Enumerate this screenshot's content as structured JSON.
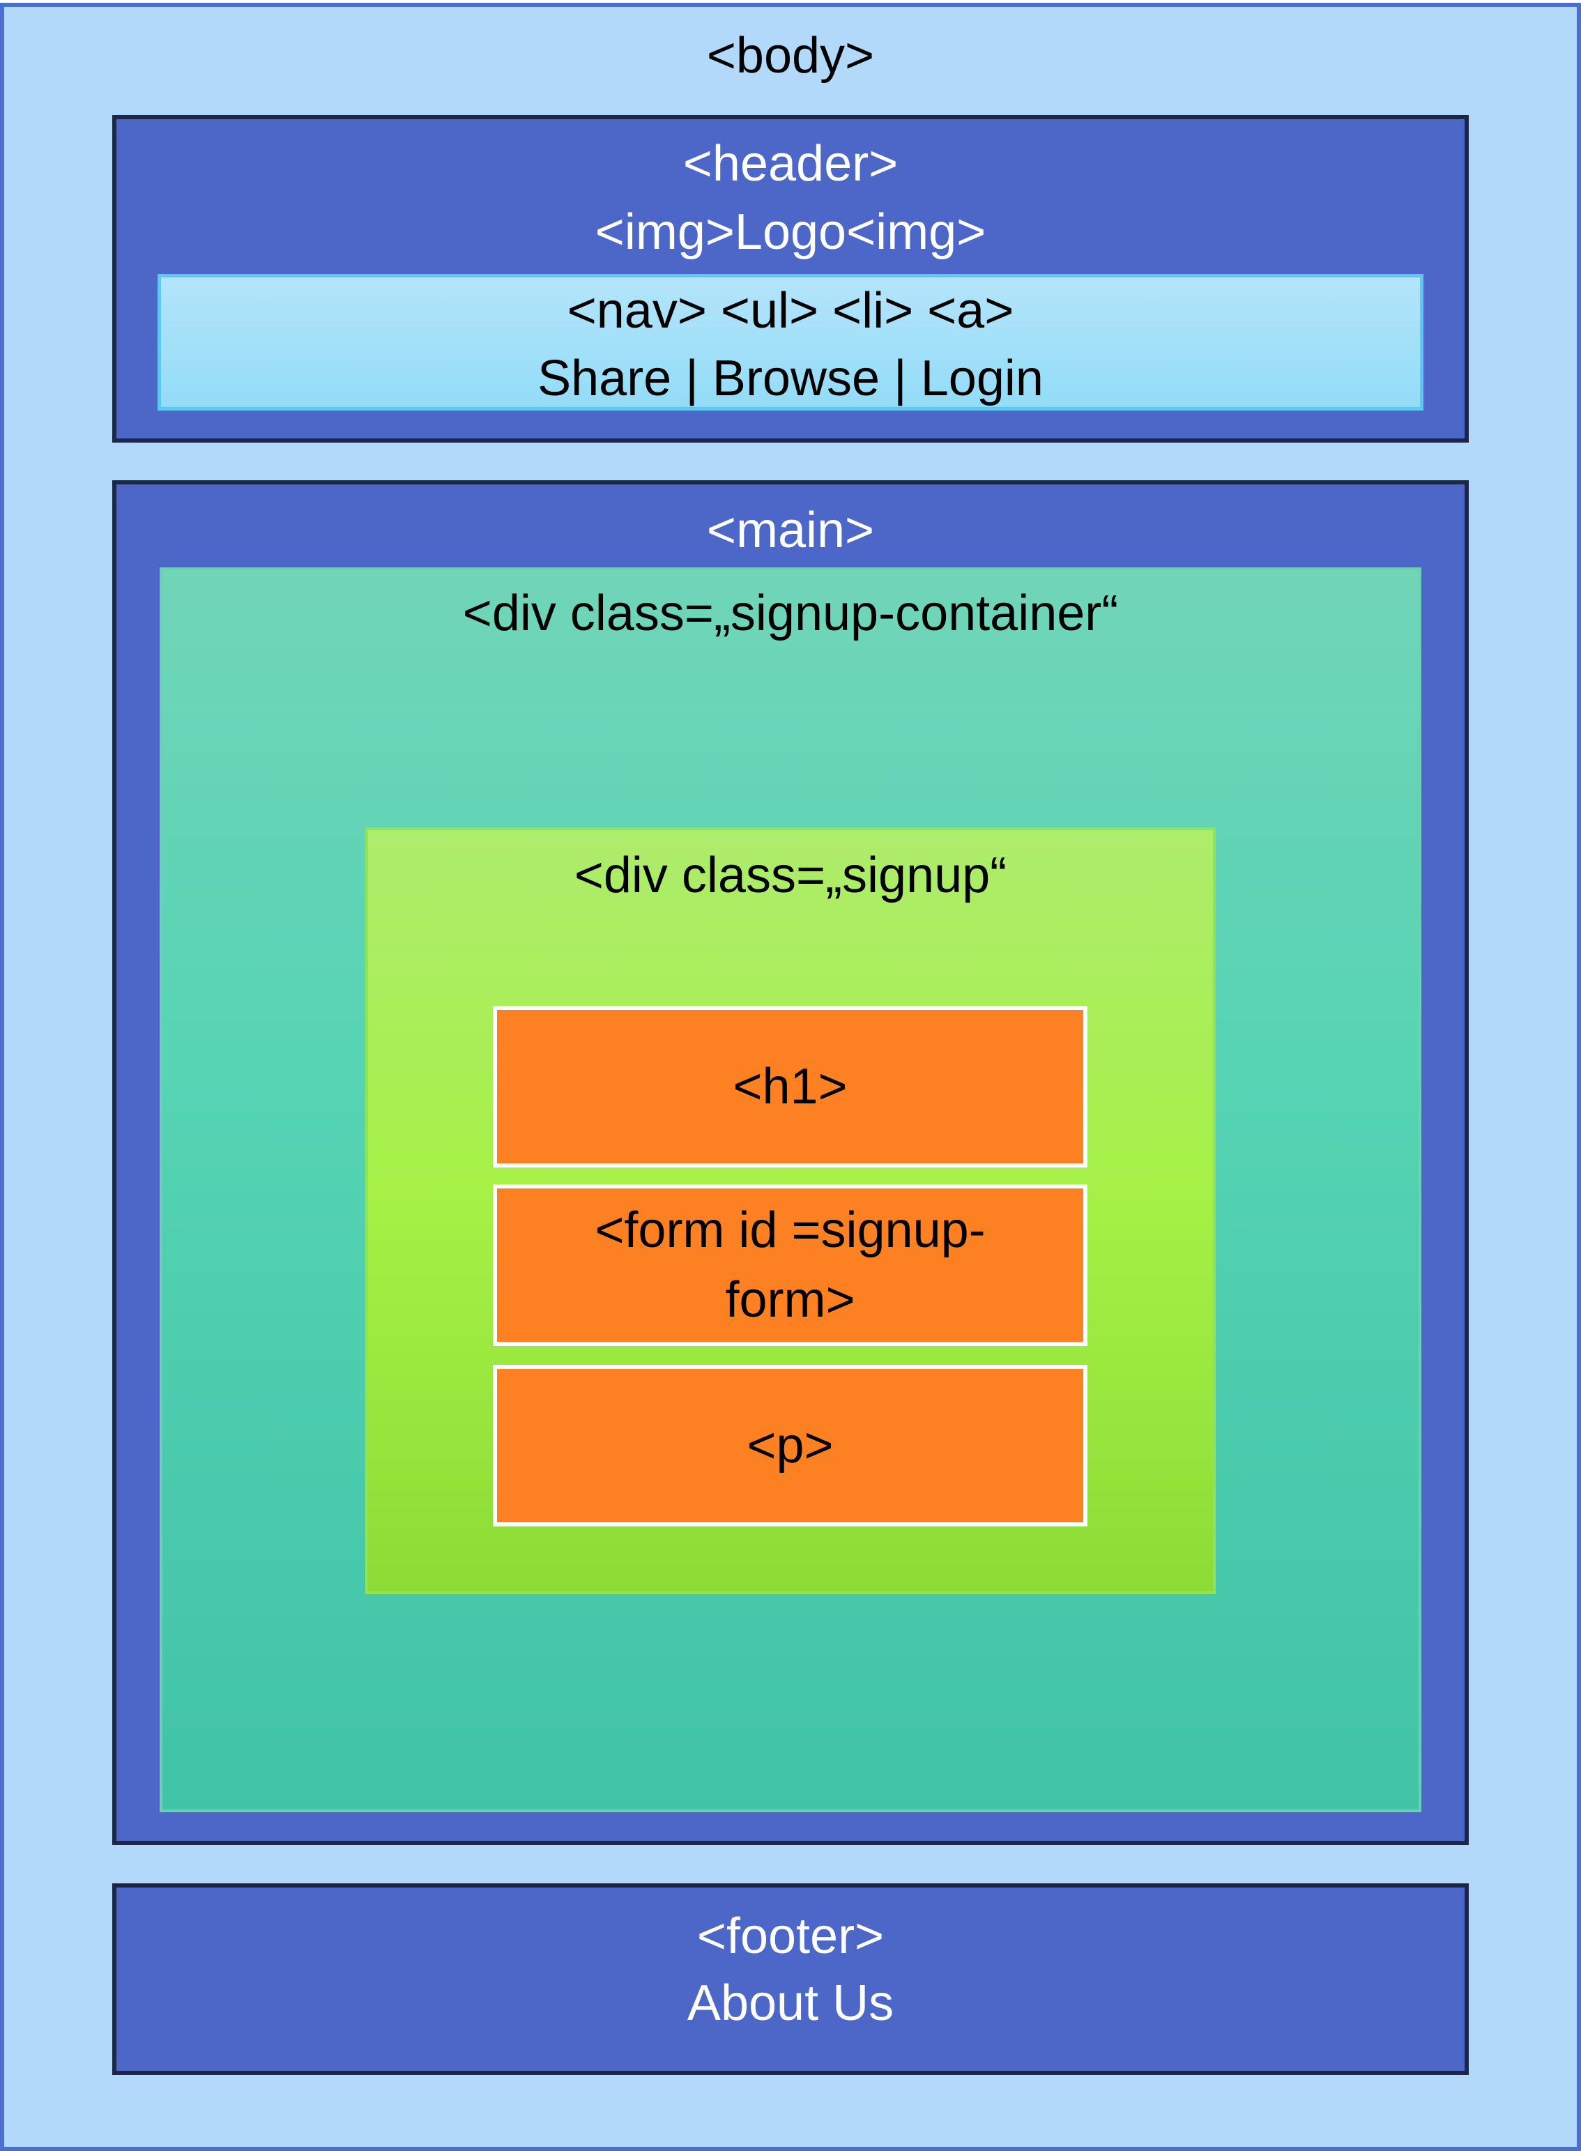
{
  "body": {
    "label": "<body>"
  },
  "header": {
    "label": "<header>",
    "img_label": "<img>Logo<img>",
    "nav": {
      "label": "<nav> <ul> <li> <a>",
      "links": "Share | Browse | Login"
    }
  },
  "main": {
    "label": "<main>",
    "container": {
      "label": "<div class=„signup-container“",
      "signup": {
        "label": "<div class=„signup“",
        "h1": "<h1>",
        "form_line1": "<form id =signup-",
        "form_line2": "form>",
        "p": "<p>"
      }
    }
  },
  "footer": {
    "label": "<footer>",
    "text": "About Us"
  },
  "colors": {
    "body": "#b3d9fa",
    "section": "#4d67c9",
    "nav": "#a6e0f8",
    "container": "#56d4b4",
    "signup": "#a5f045",
    "element": "#fd8123"
  }
}
